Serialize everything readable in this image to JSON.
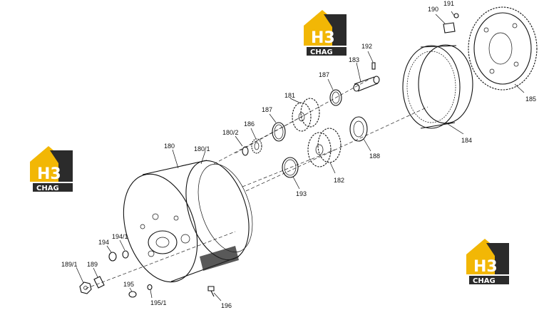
{
  "logo": {
    "mark": "H3",
    "caption": "CHAG"
  },
  "callouts": [
    {
      "id": "c191",
      "text": "191"
    },
    {
      "id": "c190",
      "text": "190"
    },
    {
      "id": "c192",
      "text": "192"
    },
    {
      "id": "c183",
      "text": "183"
    },
    {
      "id": "c187a",
      "text": "187"
    },
    {
      "id": "c181",
      "text": "181"
    },
    {
      "id": "c187b",
      "text": "187"
    },
    {
      "id": "c186",
      "text": "186"
    },
    {
      "id": "c1802",
      "text": "180/2"
    },
    {
      "id": "c180",
      "text": "180"
    },
    {
      "id": "c1801",
      "text": "180/1"
    },
    {
      "id": "c182",
      "text": "182"
    },
    {
      "id": "c188",
      "text": "188"
    },
    {
      "id": "c193",
      "text": "193"
    },
    {
      "id": "c184",
      "text": "184"
    },
    {
      "id": "c185",
      "text": "185"
    },
    {
      "id": "c1941",
      "text": "194/1"
    },
    {
      "id": "c194",
      "text": "194"
    },
    {
      "id": "c1891",
      "text": "189/1"
    },
    {
      "id": "c189",
      "text": "189"
    },
    {
      "id": "c195",
      "text": "195"
    },
    {
      "id": "c1951",
      "text": "195/1"
    },
    {
      "id": "c196",
      "text": "196"
    }
  ]
}
